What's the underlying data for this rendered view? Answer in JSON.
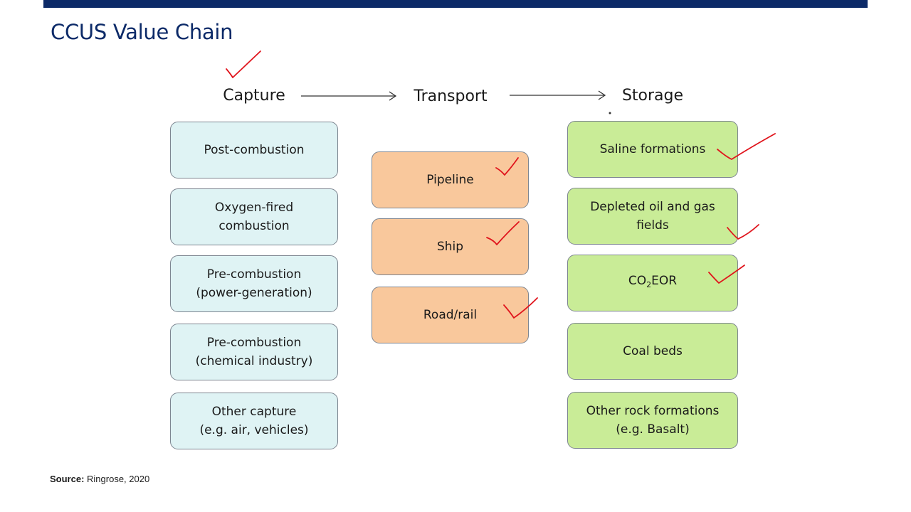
{
  "title": "CCUS Value Chain",
  "columns": {
    "capture": {
      "heading": "Capture",
      "items": [
        [
          "Post-combustion"
        ],
        [
          "Oxygen-fired",
          "combustion"
        ],
        [
          "Pre-combustion",
          "(power-generation)"
        ],
        [
          "Pre-combustion",
          "(chemical industry)"
        ],
        [
          "Other capture",
          "(e.g. air, vehicles)"
        ]
      ]
    },
    "transport": {
      "heading": "Transport",
      "items": [
        [
          "Pipeline"
        ],
        [
          "Ship"
        ],
        [
          "Road/rail"
        ]
      ]
    },
    "storage": {
      "heading": "Storage",
      "items": [
        [
          "Saline formations"
        ],
        [
          "Depleted oil and gas",
          "fields"
        ],
        [
          "CO2EOR"
        ],
        [
          "Coal beds"
        ],
        [
          "Other rock formations",
          "(e.g. Basalt)"
        ]
      ]
    }
  },
  "source": {
    "label": "Source:",
    "text": "Ringrose, 2020"
  },
  "colors": {
    "brand": "#0c2a68",
    "capture_fill": "#dff3f4",
    "transport_fill": "#f9c89c",
    "storage_fill": "#c9ec97",
    "checkmark": "#e0141c"
  },
  "icons": [
    "arrow-right-icon",
    "checkmark-icon"
  ]
}
